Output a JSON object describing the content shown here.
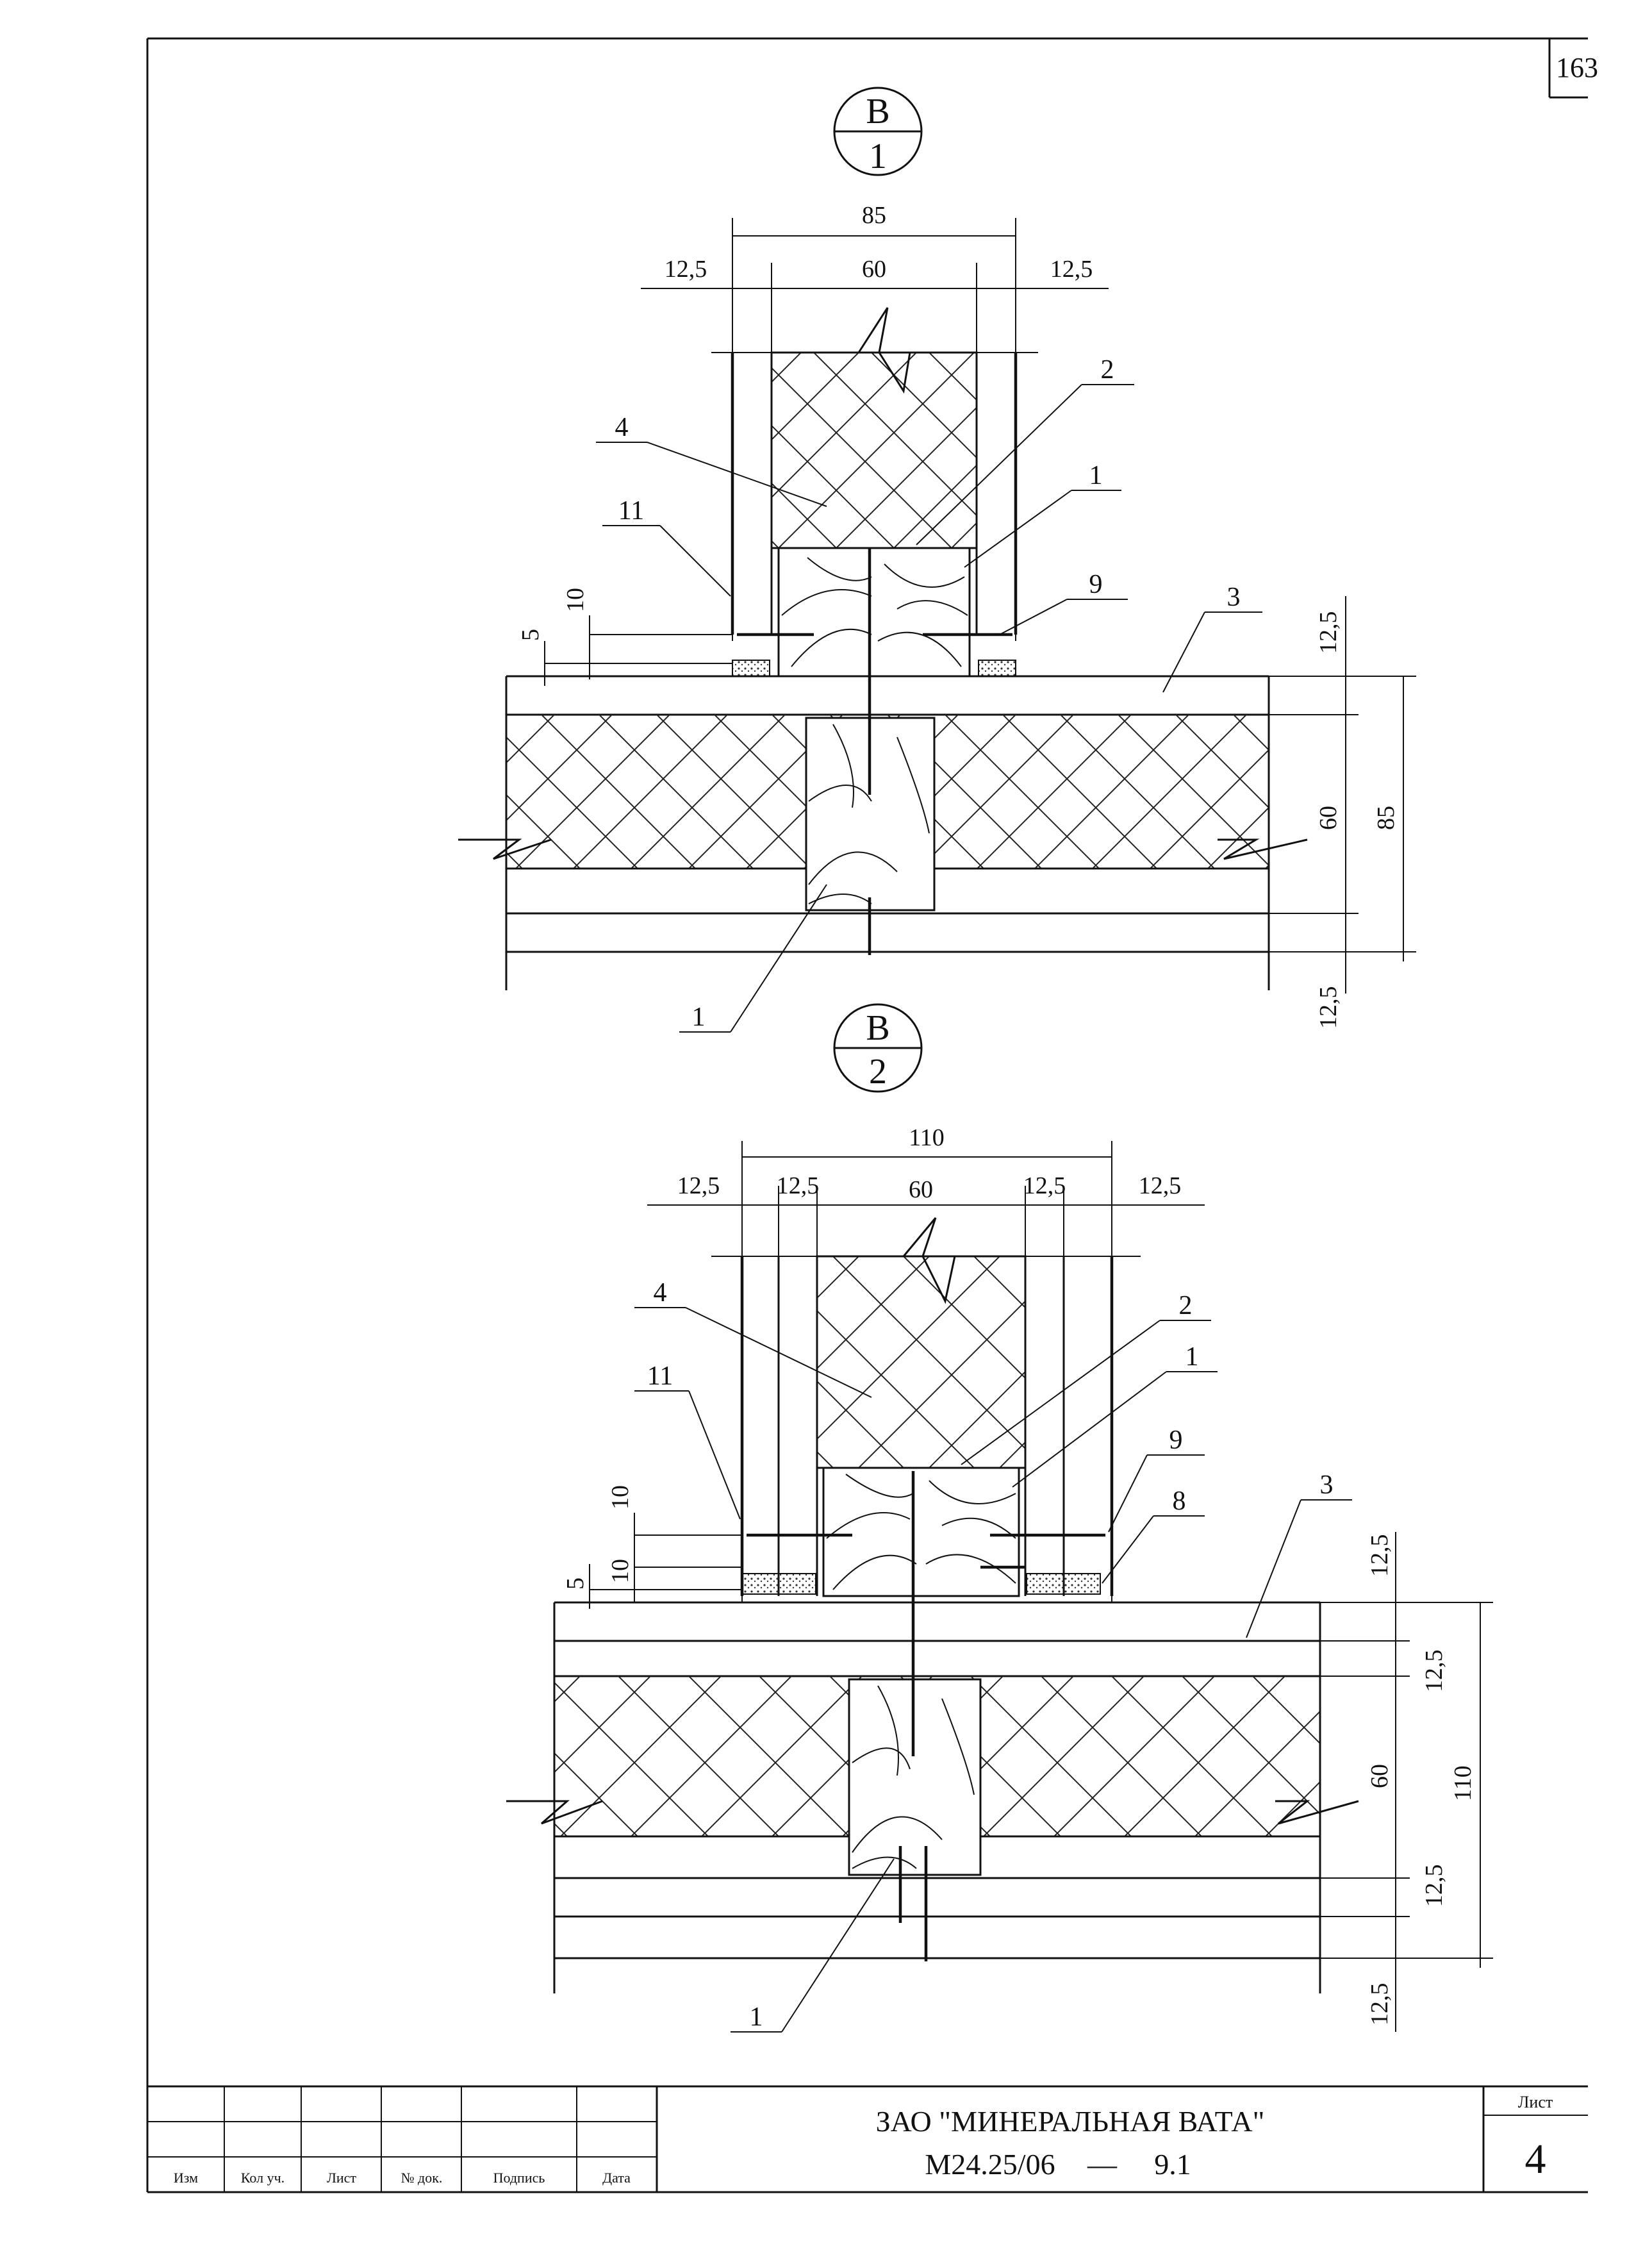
{
  "sheet_number": "163",
  "detail_1": {
    "callout_letter": "B",
    "callout_number": "1",
    "dims": {
      "overall_width": "85",
      "left_board": "12,5",
      "core": "60",
      "right_board": "12,5",
      "gap_upper": "10",
      "gap_lower": "5",
      "right_top": "12,5",
      "right_core": "60",
      "right_total": "85",
      "right_bottom": "12,5"
    },
    "labels": {
      "l2": "2",
      "l4": "4",
      "l1a": "1",
      "l11": "11",
      "l9": "9",
      "l3": "3",
      "l1b": "1"
    }
  },
  "detail_2": {
    "callout_letter": "B",
    "callout_number": "2",
    "dims": {
      "overall_width": "110",
      "left_outer": "12,5",
      "left_inner": "12,5",
      "core": "60",
      "right_inner": "12,5",
      "right_outer": "12,5",
      "gap_upper": "10",
      "gap_mid": "10",
      "gap_lower": "5",
      "right_top": "12,5",
      "right_second": "12,5",
      "right_core": "60",
      "right_total": "110",
      "right_fourth": "12,5",
      "right_bottom": "12,5"
    },
    "labels": {
      "l2": "2",
      "l4": "4",
      "l1a": "1",
      "l11": "11",
      "l9": "9",
      "l8": "8",
      "l3": "3",
      "l1b": "1"
    }
  },
  "title_block": {
    "columns": [
      "Изм",
      "Кол уч.",
      "Лист",
      "№ док.",
      "Подпись",
      "Дата"
    ],
    "company": "ЗАО \"МИНЕРАЛЬНАЯ ВАТА\"",
    "document_code": "М24.25/06",
    "dash": "—",
    "section": "9.1",
    "sheet_label": "Лист",
    "sheet_value": "4"
  }
}
